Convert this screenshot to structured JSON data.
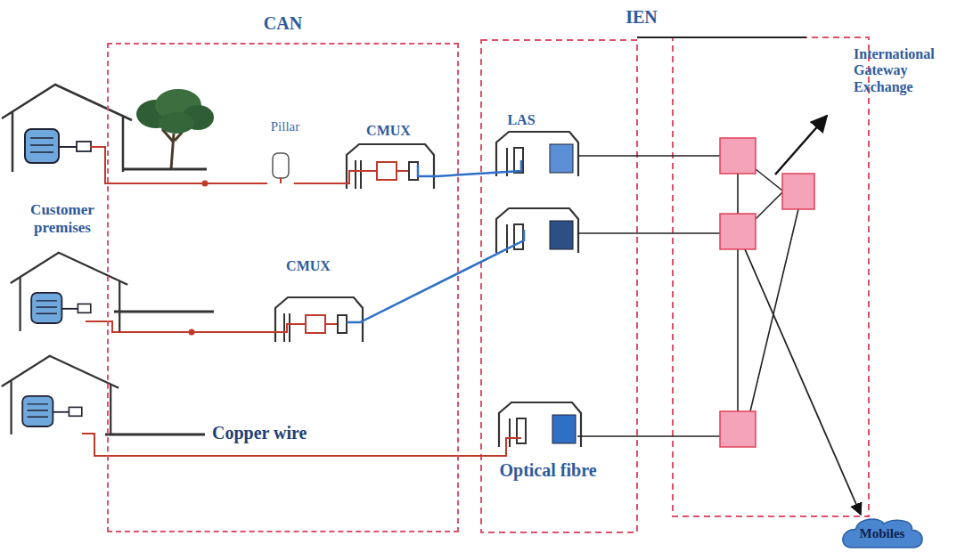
{
  "diagram": {
    "nodes": [
      {
        "text": [
          "CAN"
        ]
      },
      {
        "text": [
          "Mobiles"
        ]
      }
    ],
    "labels": [
      "IEN",
      "International Gateway Exchange",
      "Pillar",
      "CMUX",
      "LAS",
      "Customer premises",
      "CMUX",
      "Copper wire",
      "Optical fibre"
    ]
  }
}
